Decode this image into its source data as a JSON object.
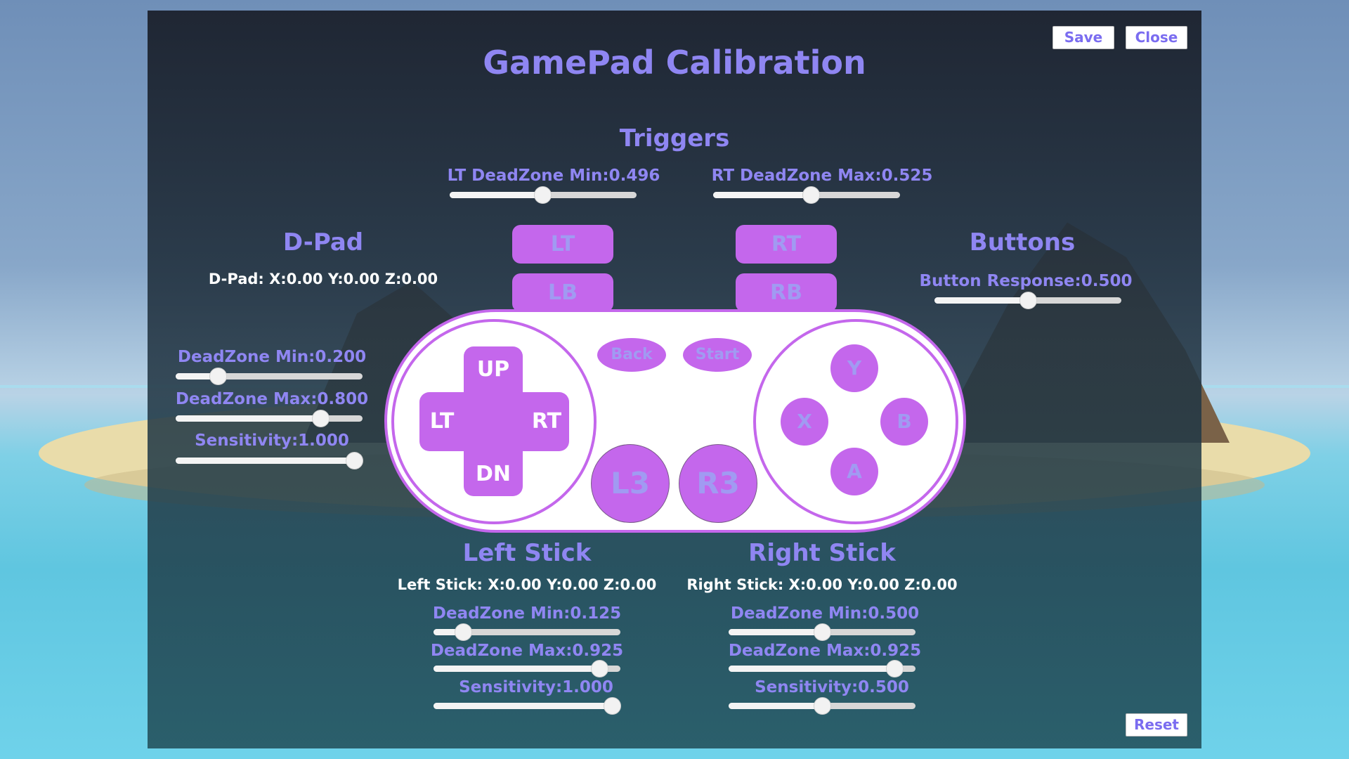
{
  "window": {
    "title": "GamePad Calibration"
  },
  "toolbar": {
    "save_label": "Save",
    "close_label": "Close",
    "reset_label": "Reset"
  },
  "triggers": {
    "title": "Triggers",
    "lt": {
      "label": "LT DeadZone Min:0.496",
      "value": 0.496
    },
    "rt": {
      "label": "RT DeadZone Max:0.525",
      "value": 0.525
    }
  },
  "dpad": {
    "title": "D-Pad",
    "readout": "D-Pad: X:0.00 Y:0.00 Z:0.00",
    "deadzone_min": {
      "label": "DeadZone Min:0.200",
      "value": 0.2
    },
    "deadzone_max": {
      "label": "DeadZone Max:0.800",
      "value": 0.8
    },
    "sensitivity": {
      "label": "Sensitivity:1.000",
      "value": 1.0
    }
  },
  "buttons": {
    "title": "Buttons",
    "response": {
      "label": "Button Response:0.500",
      "value": 0.5
    }
  },
  "left_stick": {
    "title": "Left Stick",
    "readout": "Left Stick: X:0.00 Y:0.00 Z:0.00",
    "deadzone_min": {
      "label": "DeadZone Min:0.125",
      "value": 0.125
    },
    "deadzone_max": {
      "label": "DeadZone Max:0.925",
      "value": 0.925
    },
    "sensitivity": {
      "label": "Sensitivity:1.000",
      "value": 1.0
    }
  },
  "right_stick": {
    "title": "Right Stick",
    "readout": "Right Stick: X:0.00 Y:0.00 Z:0.00",
    "deadzone_min": {
      "label": "DeadZone Min:0.500",
      "value": 0.5
    },
    "deadzone_max": {
      "label": "DeadZone Max:0.925",
      "value": 0.925
    },
    "sensitivity": {
      "label": "Sensitivity:0.500",
      "value": 0.5
    }
  },
  "controller": {
    "lt": "LT",
    "rt": "RT",
    "lb": "LB",
    "rb": "RB",
    "dpad_up": "UP",
    "dpad_down": "DN",
    "dpad_left": "LT",
    "dpad_right": "RT",
    "back": "Back",
    "start": "Start",
    "l3": "L3",
    "r3": "R3",
    "y": "Y",
    "x": "X",
    "b": "B",
    "a": "A"
  },
  "colors": {
    "accent": "#8f86f2",
    "controller": "#c467ec",
    "panel": "#1c222e"
  }
}
